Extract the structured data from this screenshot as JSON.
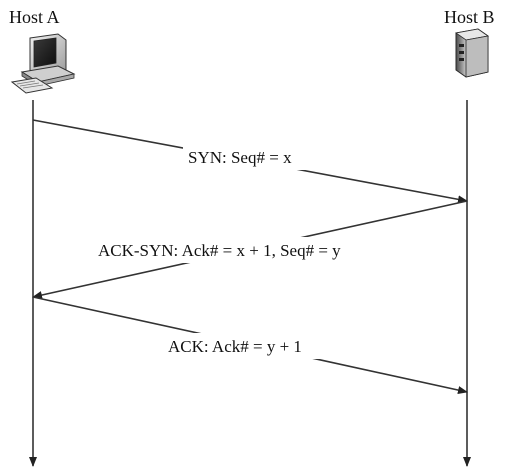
{
  "hosts": {
    "a": {
      "label": "Host A",
      "icon": "desktop-computer-icon"
    },
    "b": {
      "label": "Host B",
      "icon": "server-tower-icon"
    }
  },
  "messages": [
    {
      "label": "SYN: Seq# = x",
      "from": "Host A",
      "to": "Host B"
    },
    {
      "label": "ACK-SYN: Ack# = x + 1, Seq# = y",
      "from": "Host B",
      "to": "Host A"
    },
    {
      "label": "ACK: Ack# = y + 1",
      "from": "Host A",
      "to": "Host B"
    }
  ]
}
